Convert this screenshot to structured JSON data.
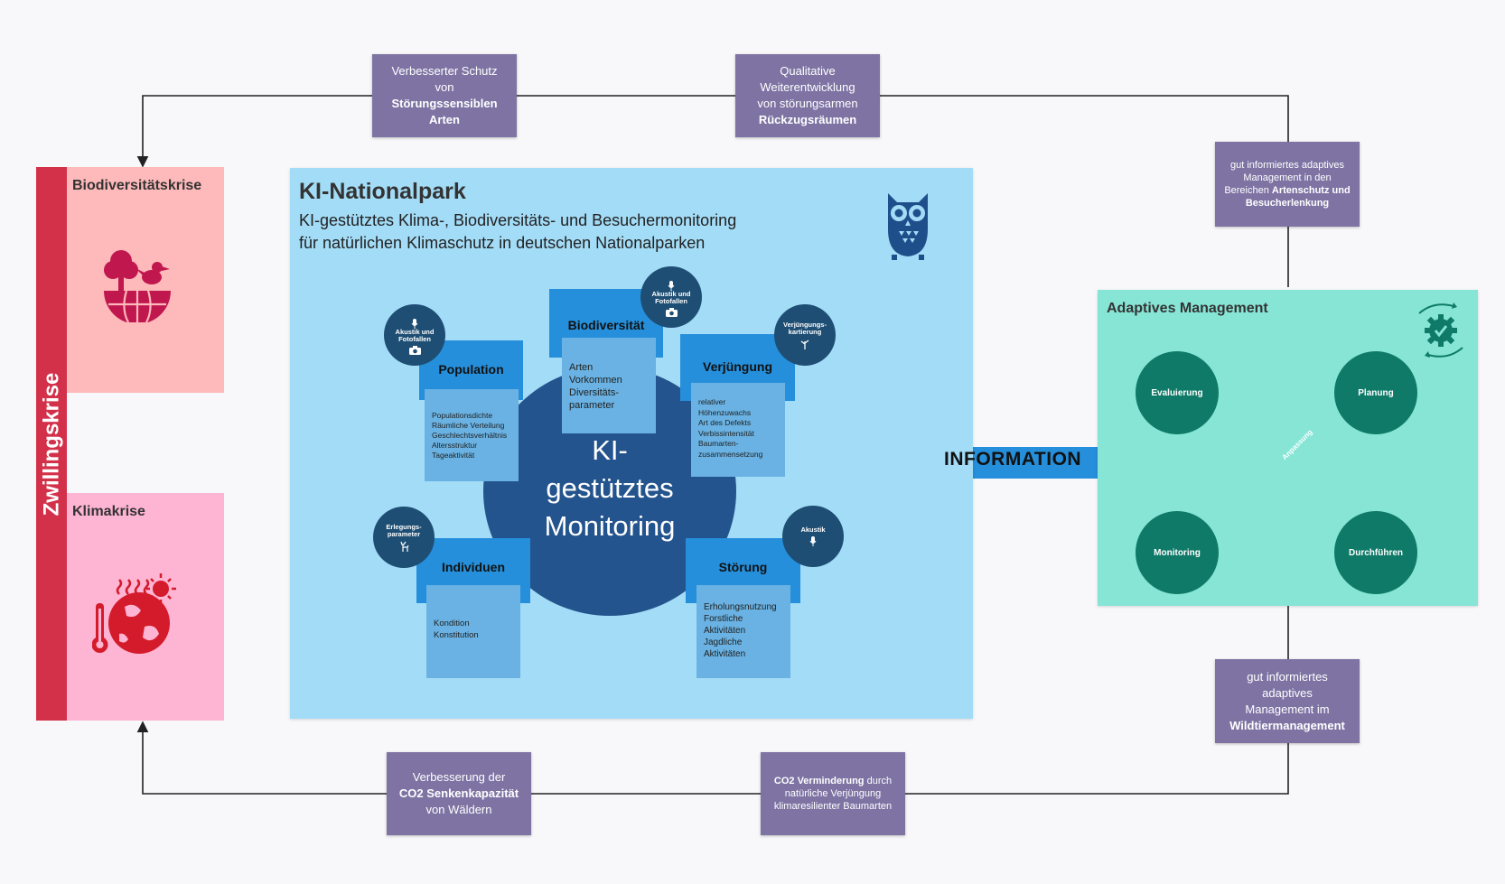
{
  "colors": {
    "purple_box": "#7e73a3",
    "crisis_red": "#d3304a",
    "biodiversity_panel": "#feb9ba",
    "climate_panel": "#feb4d3",
    "ki_panel": "#a3dcf7",
    "center_circle": "#24548d",
    "category_head": "#258fdb",
    "category_body": "#69b2e3",
    "info_arrow": "#258fdb",
    "am_panel": "#86e5d5",
    "am_node": "#0f7a68",
    "adaptation_arrow": "#d11d6e"
  },
  "left": {
    "vertical_label": "Zwillingskrise",
    "biodiversity": {
      "title": "Biodiversitätskrise",
      "icon": "tree-bird-globe-icon"
    },
    "climate": {
      "title": "Klimakrise",
      "icon": "heat-globe-thermometer-icon"
    }
  },
  "top_boxes": [
    {
      "l1": "Verbesserter Schutz",
      "l2": "von",
      "l3": "Störungssensiblen",
      "l4": "Arten"
    },
    {
      "l1": "Qualitative",
      "l2": "Weiterentwicklung",
      "l3": "von störungsarmen",
      "l4": "Rückzugsräumen"
    }
  ],
  "bottom_boxes": [
    {
      "l1": "Verbesserung der",
      "l2": "CO2 Senkenkapazität",
      "l3": "von Wäldern"
    },
    {
      "bold": "CO2 Verminderung",
      "l1": " durch",
      "l2": "natürliche Verjüngung",
      "l3": "klimaresilienter Baumarten"
    }
  ],
  "right_boxes": {
    "top": {
      "l1": "gut informiertes adaptives",
      "l2": "Management in den",
      "l3a": "Bereichen ",
      "l3b": "Artenschutz und",
      "l4": "Besucherlenkung"
    },
    "bottom": {
      "l1": "gut informiertes",
      "l2": "adaptives",
      "l3": "Management im",
      "l4": "Wildtiermanagement"
    }
  },
  "ki": {
    "title": "KI-Nationalpark",
    "subtitle_1": "KI-gestütztes Klima-, Biodiversitäts- und Besuchermonitoring",
    "subtitle_2": "für natürlichen Klimaschutz in deutschen Nationalparken",
    "owl_icon": "owl-icon",
    "center_1": "KI-",
    "center_2": "gestütztes",
    "center_3": "Monitoring",
    "categories": {
      "population": {
        "title": "Population",
        "items": [
          "Populationsdichte",
          "Räumliche Verteilung",
          "Geschlechtsverhältnis",
          "Altersstruktur",
          "Tageaktivität"
        ],
        "badge": [
          "Akustik und",
          "Fotofallen"
        ]
      },
      "biodiversitaet": {
        "title": "Biodiversität",
        "items": [
          "Arten Vorkommen",
          "Diversitäts-",
          "parameter"
        ],
        "badge": [
          "Akustik und",
          "Fotofallen"
        ]
      },
      "verjuengung": {
        "title": "Verjüngung",
        "items": [
          "relativer",
          "Höhenzuwachs",
          "Art des Defekts",
          "Verbissintensität",
          "Baumarten-",
          "zusammensetzung"
        ],
        "badge": [
          "Verjüngungs-",
          "kartierung"
        ]
      },
      "individuen": {
        "title": "Individuen",
        "items": [
          "Kondition",
          "Konstitution"
        ],
        "badge": [
          "Erlegungs-",
          "parameter"
        ]
      },
      "stoerung": {
        "title": "Störung",
        "items": [
          "Erholungsnutzung",
          "Forstliche",
          "Aktivitäten",
          "Jagdliche",
          "Aktivitäten"
        ],
        "badge": [
          "Akustik"
        ]
      }
    }
  },
  "information_label": "INFORMATION",
  "am": {
    "title": "Adaptives Management",
    "cycle_icon": "gear-cycle-icon",
    "nodes": {
      "evaluierung": "Evaluierung",
      "planung": "Planung",
      "monitoring": "Monitoring",
      "durchfuehren": "Durchführen"
    },
    "adaptation_label": "Anpassung"
  }
}
